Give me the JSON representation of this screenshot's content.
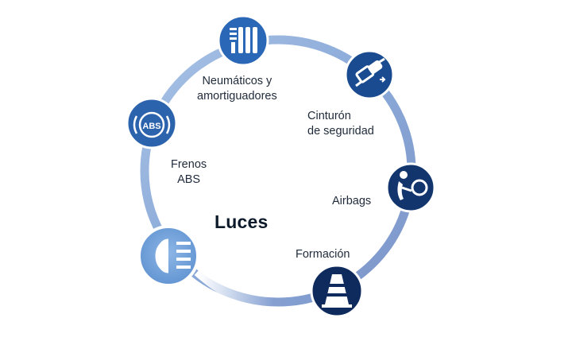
{
  "diagram": {
    "center_label": "Luces",
    "colors": {
      "ring_light": "#9bb7dd",
      "ring_mid": "#7f9fcf",
      "node_dark": "#123a7a",
      "node_mid": "#2563b3",
      "node_light": "#7aa6dc",
      "icon_fill": "#ffffff",
      "text": "#1f2a3a"
    },
    "nodes": [
      {
        "id": "tires",
        "label_lines": [
          "Neumáticos y",
          "amortiguadores"
        ],
        "icon": "tires-shock-icon"
      },
      {
        "id": "seatbelt",
        "label_lines": [
          "Cinturón",
          "de seguridad"
        ],
        "icon": "seatbelt-icon"
      },
      {
        "id": "airbags",
        "label_lines": [
          "Airbags"
        ],
        "icon": "airbag-icon"
      },
      {
        "id": "training",
        "label_lines": [
          "Formación"
        ],
        "icon": "traffic-cone-icon"
      },
      {
        "id": "lights",
        "label_lines": [],
        "icon": "headlight-icon"
      },
      {
        "id": "abs",
        "label_lines": [
          "Frenos",
          "ABS"
        ],
        "icon": "abs-brake-icon",
        "icon_text": "ABS"
      }
    ]
  }
}
